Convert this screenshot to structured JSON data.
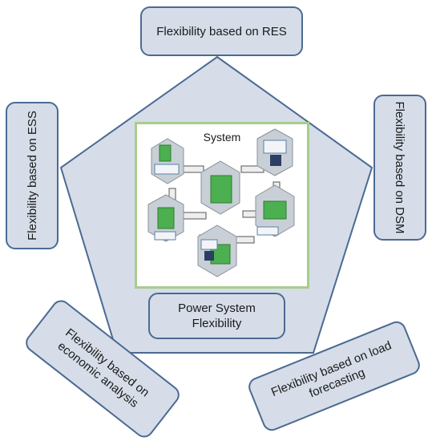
{
  "diagram": {
    "center": {
      "label_line1": "Power System",
      "label_line2": "Flexibility"
    },
    "system": {
      "title": "System"
    },
    "nodes": {
      "res": "Flexibility based on RES",
      "dsm": "Flexibility based on DSM",
      "ess": "Flexibility based on ESS",
      "load_line1": "Flexibility based on load",
      "load_line2": "forecasting",
      "econ_line1": "Flexibility based on",
      "econ_line2": "economic analysis"
    }
  }
}
